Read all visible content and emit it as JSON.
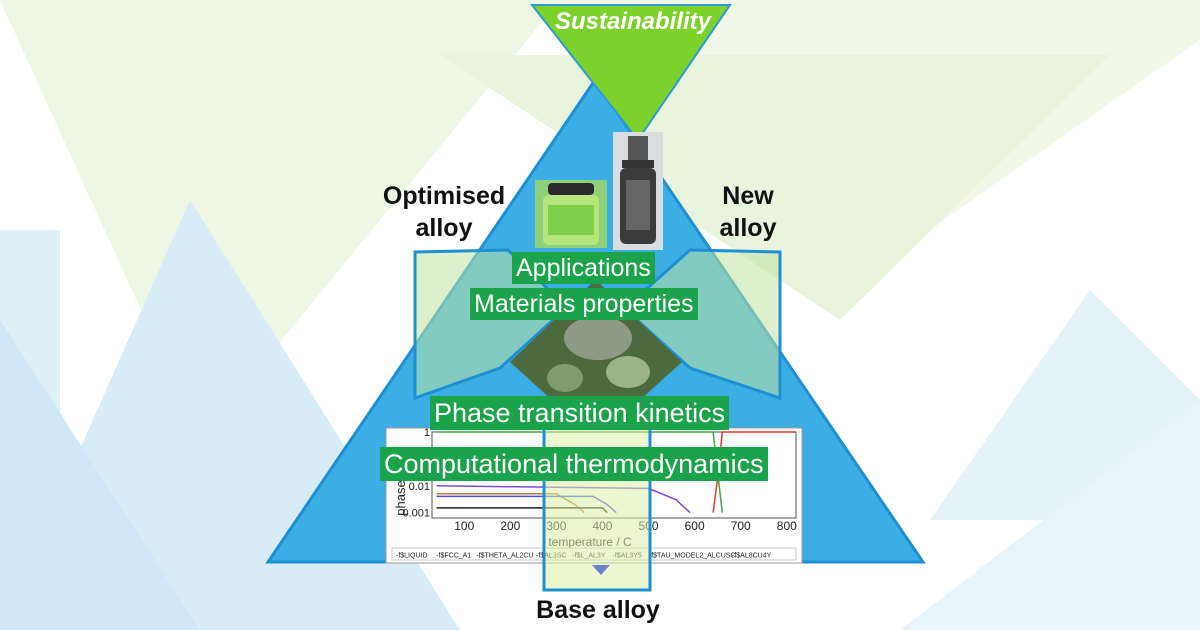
{
  "top_label": "Sustainability",
  "left_label_line1": "Optimised",
  "left_label_line2": "alloy",
  "right_label_line1": "New",
  "right_label_line2": "alloy",
  "bottom_label": "Base alloy",
  "layers": {
    "applications": "Applications",
    "materials_properties": "Materials properties",
    "phase_transition_kinetics": "Phase transition kinetics",
    "computational_thermodynamics": "Computational thermodynamics"
  },
  "colors": {
    "triangle_blue": "#3baee6",
    "sustainability_green": "#7cd12a",
    "highlight_green": "#1aa34a",
    "chevron_light_green": "#cde9b2"
  },
  "chart_data": {
    "type": "line",
    "xlabel": "temperature / C",
    "ylabel": "phase",
    "y_scale": "log",
    "x_ticks": [
      100,
      200,
      300,
      400,
      500,
      600,
      700,
      800
    ],
    "y_ticks": [
      "1",
      "0.01",
      "0.001"
    ],
    "xlim": [
      30,
      820
    ],
    "legend": [
      "f$LIQUID",
      "f$FCC_A1",
      "f$THETA_AL2CU",
      "f$AL3SC",
      "f$L_AL3Y",
      "f$AL3Y5",
      "f$TAU_MODEL2_ALCUSC",
      "f$AL8CU4Y"
    ],
    "legend_position": "bottom",
    "series": [
      {
        "name": "f$LIQUID",
        "color": "#e03a2a",
        "x": [
          640,
          650,
          660,
          820
        ],
        "y": [
          0.001,
          0.02,
          1,
          1
        ]
      },
      {
        "name": "f$FCC_A1",
        "color": "#3aa843",
        "x": [
          40,
          640,
          660
        ],
        "y": [
          1,
          1,
          0.001
        ]
      },
      {
        "name": "f$THETA_AL2CU",
        "color": "#7a4bd0",
        "x": [
          40,
          500,
          560,
          590
        ],
        "y": [
          0.01,
          0.008,
          0.003,
          0.001
        ]
      },
      {
        "name": "f$AL3SC",
        "color": "#c07a3a",
        "x": [
          40,
          300,
          340,
          360
        ],
        "y": [
          0.005,
          0.005,
          0.002,
          0.001
        ]
      },
      {
        "name": "f$AL8CU4Y",
        "color": "#4a4fd6",
        "x": [
          40,
          380,
          410,
          430
        ],
        "y": [
          0.004,
          0.004,
          0.002,
          0.001
        ]
      },
      {
        "name": "f$AL3Y5",
        "color": "#222222",
        "x": [
          40,
          400,
          410
        ],
        "y": [
          0.0015,
          0.0015,
          0.001
        ]
      }
    ]
  }
}
